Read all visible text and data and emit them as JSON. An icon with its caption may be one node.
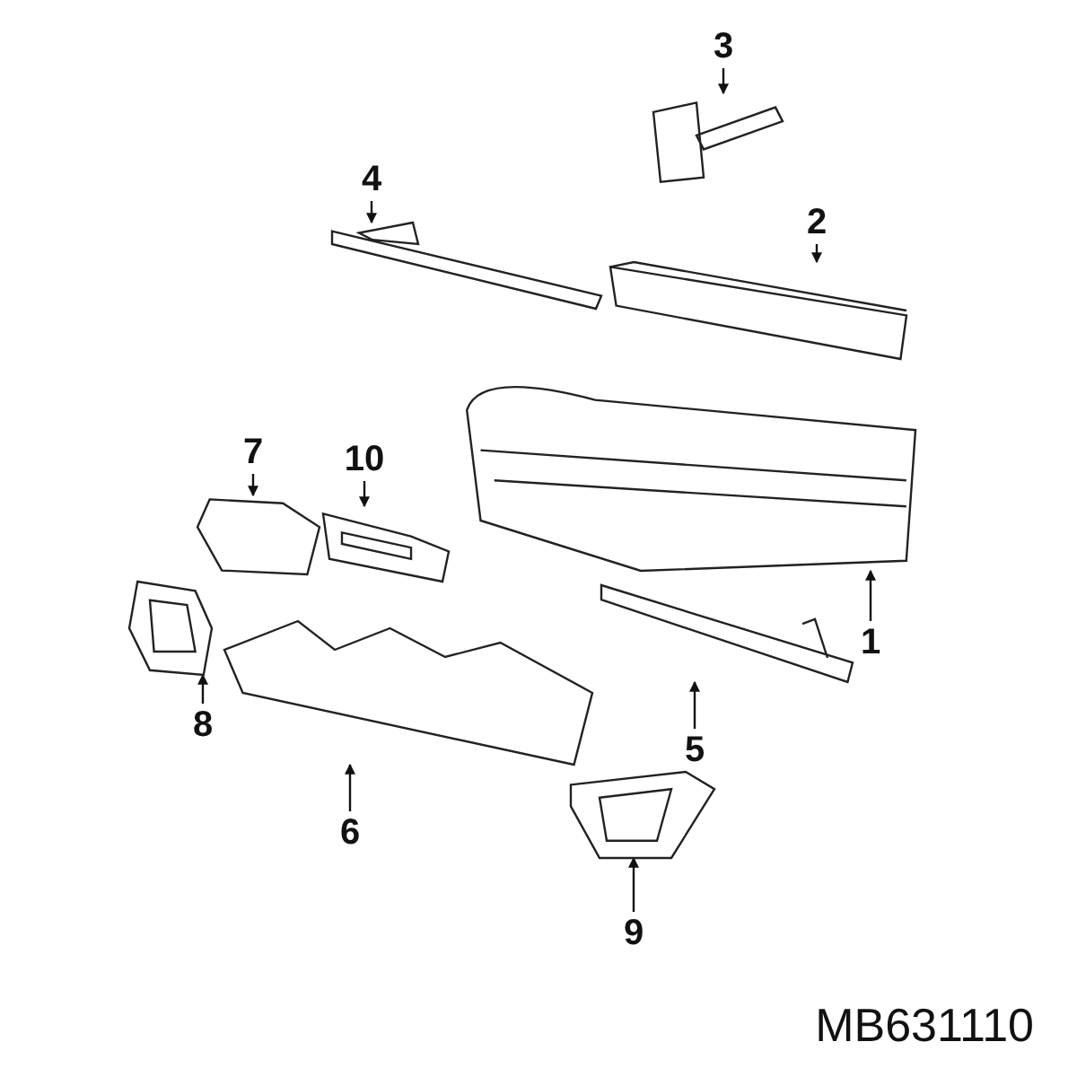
{
  "diagram": {
    "nodes": [
      {
        "text": [
          "3"
        ]
      },
      {
        "text": [
          "4"
        ]
      },
      {
        "text": [
          "2"
        ]
      },
      {
        "text": [
          "7"
        ]
      },
      {
        "text": [
          "10"
        ]
      },
      {
        "text": [
          "1"
        ]
      },
      {
        "text": [
          "8"
        ]
      },
      {
        "text": [
          "5"
        ]
      },
      {
        "text": [
          "6"
        ]
      },
      {
        "text": [
          "9"
        ]
      },
      {
        "text": [],
        "shape": "picture"
      },
      {
        "text": [],
        "shape": "picture"
      },
      {
        "text": [],
        "shape": "picture"
      },
      {
        "text": [],
        "shape": "picture"
      },
      {
        "text": [],
        "shape": "picture"
      },
      {
        "text": [],
        "shape": "picture"
      },
      {
        "text": [],
        "shape": "picture"
      },
      {
        "text": [],
        "shape": "picture"
      },
      {
        "text": [],
        "shape": "picture"
      },
      {
        "text": [],
        "shape": "picture"
      }
    ],
    "edges": [
      {
        "from": 0,
        "to": 10,
        "arrow": "to"
      },
      {
        "from": 1,
        "to": 11,
        "arrow": "to"
      },
      {
        "from": 2,
        "to": 12,
        "arrow": "to"
      },
      {
        "from": 3,
        "to": 13,
        "arrow": "to"
      },
      {
        "from": 4,
        "to": 14,
        "arrow": "to"
      },
      {
        "from": 5,
        "to": 15,
        "arrow": "to"
      },
      {
        "from": 6,
        "to": 16,
        "arrow": "to"
      },
      {
        "from": 7,
        "to": 17,
        "arrow": "to"
      },
      {
        "from": 8,
        "to": 18,
        "arrow": "to"
      },
      {
        "from": 9,
        "to": 19,
        "arrow": "to"
      }
    ],
    "labels": [
      "MB631110"
    ]
  }
}
